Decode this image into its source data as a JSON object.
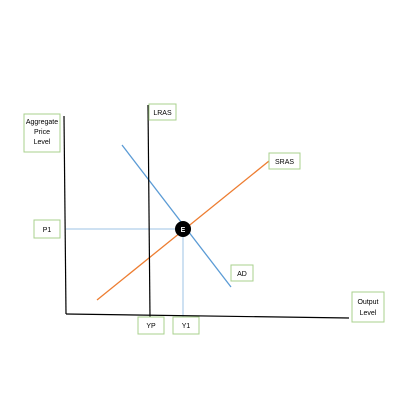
{
  "labels": {
    "y_axis_line1": "Aggregate",
    "y_axis_line2": "Price",
    "y_axis_line3": "Level",
    "x_axis_line1": "Output",
    "x_axis_line2": "Level",
    "lras": "LRAS",
    "sras": "SRAS",
    "ad": "AD",
    "equilibrium": "E",
    "p1": "P1",
    "yp": "YP",
    "y1": "Y1"
  },
  "colors": {
    "axes": "#000000",
    "lras": "#000000",
    "sras": "#ed7d31",
    "ad": "#5b9bd5",
    "guides": "#9dc3e6",
    "equilibrium": "#000000",
    "label_border": "#a9d08e"
  }
}
